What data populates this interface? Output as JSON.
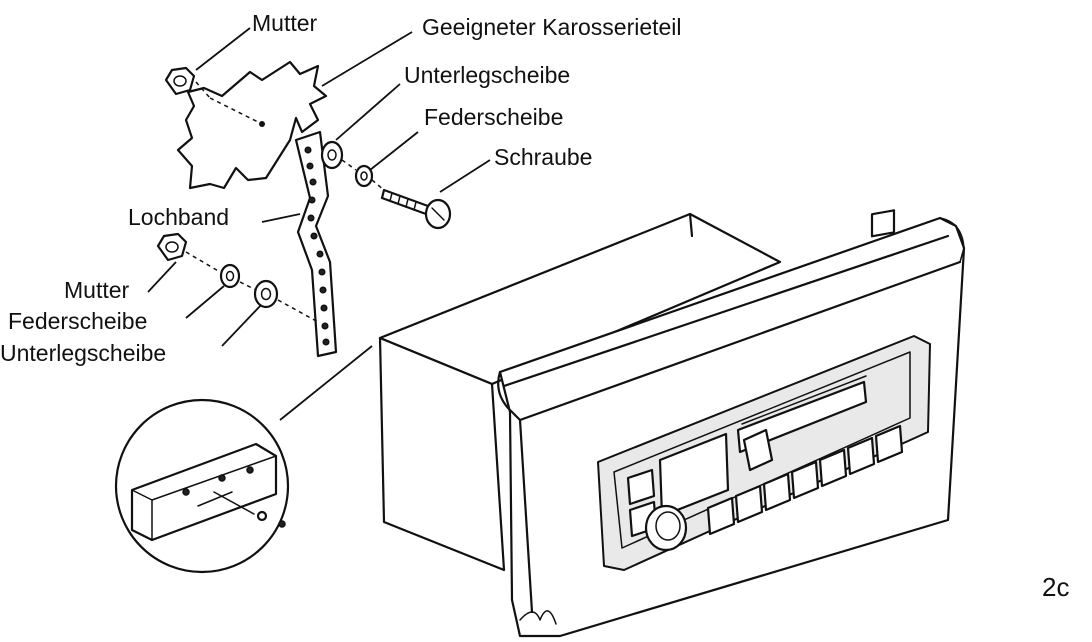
{
  "labels": {
    "mutter_top": "Mutter",
    "karosserieteil": "Geeigneter Karosserieteil",
    "unterlegscheibe_top": "Unterlegscheibe",
    "federscheibe_top": "Federscheibe",
    "schraube": "Schraube",
    "lochband": "Lochband",
    "mutter_bottom": "Mutter",
    "federscheibe_bottom": "Federscheibe",
    "unterlegscheibe_bottom": "Unterlegscheibe"
  },
  "figure_id": "2c"
}
